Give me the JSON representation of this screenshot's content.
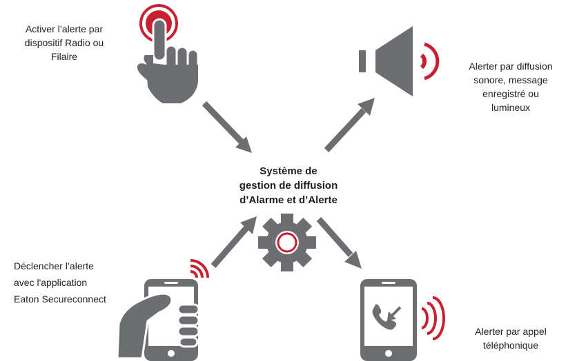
{
  "colors": {
    "gray": "#6d6e71",
    "red": "#c8202f",
    "white": "#ffffff",
    "text": "#222222"
  },
  "center": {
    "line1": "Système de",
    "line2": "gestion de diffusion",
    "line3": "d’Alarme et d’Alerte"
  },
  "top_left": {
    "icon": "hand-pressing-button-icon",
    "line1": "Activer l’alerte par",
    "line2": "dispositif Radio ou",
    "line3": "Filaire"
  },
  "top_right": {
    "icon": "loudspeaker-icon",
    "line1": "Alerter par diffusion",
    "line2": "sonore, message",
    "line3": "enregistré ou",
    "line4": "lumineux"
  },
  "bottom_left": {
    "icon": "smartphone-in-hand-icon",
    "line1": "Déclencher l’alerte",
    "line2": "avec l'application",
    "line3": "Eaton Secureconnect"
  },
  "bottom_right": {
    "icon": "phone-incoming-call-icon",
    "line1": "Alerter par appel",
    "line2": "téléphonique"
  }
}
